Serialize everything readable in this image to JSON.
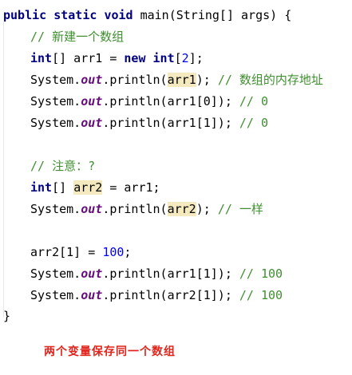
{
  "code": {
    "l1": {
      "kw1": "public",
      "kw2": "static",
      "kw3": "void",
      "rest": " main(String[] args) {"
    },
    "l2": {
      "comment": "// 新建一个数组"
    },
    "l3": {
      "kw1": "int",
      "mid1": "[] arr1 = ",
      "kw2": "new",
      "sp": " ",
      "kw3": "int",
      "open": "[",
      "num": "2",
      "close": "];"
    },
    "l4": {
      "pre": "System.",
      "field": "out",
      "mid": ".println(",
      "hl": "arr1",
      "post": "); ",
      "comment": "// 数组的内存地址"
    },
    "l5": {
      "pre": "System.",
      "field": "out",
      "mid": ".println(arr1[0]); ",
      "comment": "// 0"
    },
    "l6": {
      "pre": "System.",
      "field": "out",
      "mid": ".println(arr1[1]); ",
      "comment": "// 0"
    },
    "l7": {
      "comment": "// 注意：?"
    },
    "l8": {
      "kw1": "int",
      "mid1": "[] ",
      "hl": "arr2",
      "post": " = arr1;"
    },
    "l9": {
      "pre": "System.",
      "field": "out",
      "mid": ".println(",
      "hl": "arr2",
      "post": "); ",
      "comment": "// 一样"
    },
    "l10": {
      "pre": "arr2[1] = ",
      "num": "100",
      "post": ";"
    },
    "l11": {
      "pre": "System.",
      "field": "out",
      "mid": ".println(arr1[1]); ",
      "comment": "// 100"
    },
    "l12": {
      "pre": "System.",
      "field": "out",
      "mid": ".println(arr2[1]); ",
      "comment": "// 100"
    },
    "l13": {
      "brace": "}"
    }
  },
  "annotation": {
    "caption": "两个变量保存同一个数组",
    "color": "#e0241b"
  },
  "colors": {
    "keyword": "#000080",
    "number": "#0000ff",
    "comment": "#3f8f2f",
    "static_field": "#660e7a",
    "highlight": "#f5eabf"
  }
}
